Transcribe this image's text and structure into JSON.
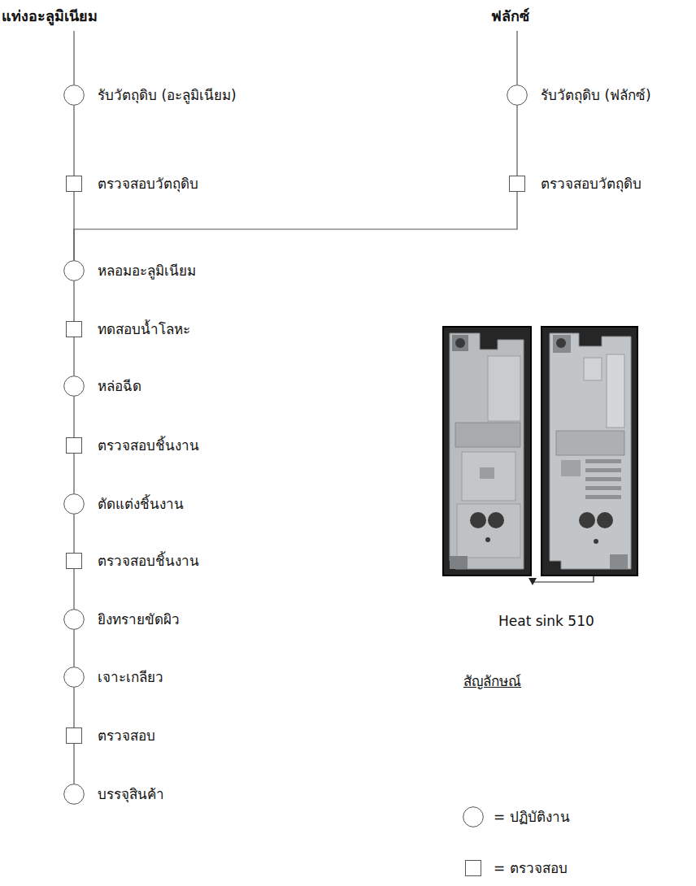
{
  "diagram": {
    "nodes": [
      {
        "text": [
          "รับวัตถุดิบ (อะลูมิเนียม)"
        ]
      },
      {
        "text": [
          "ตรวจสอบวัตถุดิบ"
        ]
      },
      {
        "text": [
          "รับวัตถุดิบ (ฟลักซ์)"
        ]
      },
      {
        "text": [
          "ตรวจสอบวัตถุดิบ"
        ]
      },
      {
        "text": [
          "หลอมอะลูมิเนียม"
        ]
      },
      {
        "text": [
          "ทดสอบน้ำโลหะ"
        ]
      },
      {
        "text": [
          "หล่อฉีด"
        ]
      },
      {
        "text": [
          "ตรวจสอบชิ้นงาน"
        ]
      },
      {
        "text": [
          "ตัดแต่งชิ้นงาน"
        ]
      },
      {
        "text": [
          "ตรวจสอบชิ้นงาน"
        ]
      },
      {
        "text": [
          "ยิงทรายขัดผิว"
        ]
      },
      {
        "text": [
          "เจาะเกลียว"
        ]
      },
      {
        "text": [
          "ตรวจสอบ"
        ]
      },
      {
        "text": [
          "บรรจุสินค้า"
        ]
      }
    ],
    "edges": [
      {
        "from": 0,
        "to": 1,
        "arrow": "none"
      },
      {
        "from": 2,
        "to": 3,
        "arrow": "none"
      },
      {
        "from": 1,
        "to": 4,
        "arrow": "none"
      },
      {
        "from": 3,
        "to": 4,
        "arrow": "none"
      },
      {
        "from": 4,
        "to": 5,
        "arrow": "none"
      },
      {
        "from": 5,
        "to": 6,
        "arrow": "none"
      },
      {
        "from": 6,
        "to": 7,
        "arrow": "none"
      },
      {
        "from": 7,
        "to": 8,
        "arrow": "none"
      },
      {
        "from": 8,
        "to": 9,
        "arrow": "none"
      },
      {
        "from": 9,
        "to": 10,
        "arrow": "none"
      },
      {
        "from": 10,
        "to": 11,
        "arrow": "none"
      },
      {
        "from": 11,
        "to": 12,
        "arrow": "none"
      },
      {
        "from": 12,
        "to": 13,
        "arrow": "none"
      }
    ],
    "labels": [
      "แท่งอะลูมิเนียม",
      "ฟลักซ์",
      "Heat sink 510",
      "สัญลักษณ์"
    ],
    "legend": [
      {
        "text": "= ปฏิบัติงาน"
      },
      {
        "text": "= ตรวจสอบ"
      }
    ]
  }
}
